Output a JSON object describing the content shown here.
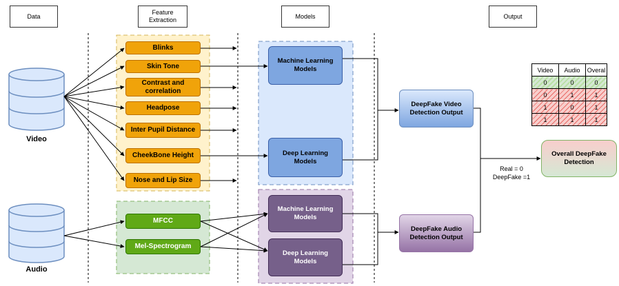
{
  "headers": {
    "data": "Data",
    "feature": "Feature\nExtraction",
    "models": "Models",
    "output": "Output"
  },
  "sources": {
    "video": "Video",
    "audio": "Audio"
  },
  "video_features": [
    "Blinks",
    "Skin Tone",
    "Contrast and\ncorrelation",
    "Headpose",
    "Inter Pupil Distance",
    "CheekBone Height",
    "Nose and Lip Size"
  ],
  "audio_features": [
    "MFCC",
    "Mel-Spectrogram"
  ],
  "video_models": {
    "ml": "Machine Learning\nModels",
    "dl": "Deep Learning\nModels"
  },
  "audio_models": {
    "ml": "Machine Learning\nModels",
    "dl": "Deep Learning\nModels"
  },
  "outputs": {
    "video": "DeepFake Video\nDetection Output",
    "audio": "DeepFake Audio\nDetection Output",
    "overall": "Overall DeepFake\nDetection",
    "legend_real": "Real = 0",
    "legend_fake": "DeepFake =1"
  },
  "truth_table": {
    "columns": [
      "Video",
      "Audio",
      "Overal"
    ],
    "rows": [
      [
        "0",
        "0",
        "0"
      ],
      [
        "0",
        "1",
        "1"
      ],
      [
        "1",
        "0",
        "1"
      ],
      [
        "1",
        "1",
        "1"
      ]
    ],
    "row_colors": [
      "green",
      "red",
      "red",
      "red"
    ]
  }
}
